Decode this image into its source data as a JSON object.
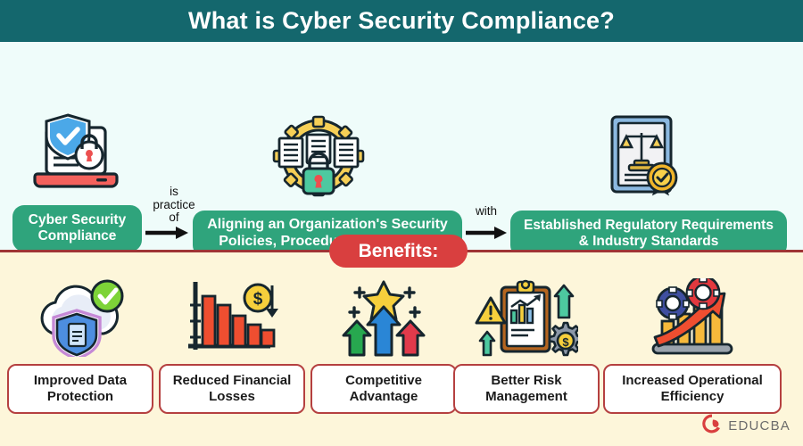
{
  "header": {
    "title": "What is Cyber Security Compliance?",
    "bg_color": "#14676d",
    "text_color": "#ffffff"
  },
  "flow": {
    "box_color": "#2fa47c",
    "boxes": [
      {
        "id": "cyber-security-compliance",
        "text": "Cyber Security Compliance",
        "icon": "laptop-shield-lock-icon"
      },
      {
        "id": "aligning-policies",
        "text": "Aligning an Organization's Security Policies, Procedures & Controls",
        "icon": "gear-documents-lock-icon"
      },
      {
        "id": "established-requirements",
        "text": "Established Regulatory Requirements & Industry Standards",
        "icon": "certificate-scales-seal-icon"
      }
    ],
    "connectors": [
      {
        "id": "connector-1",
        "label": "is\npractice\nof",
        "icon": "right-arrow-icon"
      },
      {
        "id": "connector-2",
        "label": "with",
        "icon": "right-arrow-icon"
      }
    ]
  },
  "benefits": {
    "pill_label": "Benefits:",
    "pill_color": "#d93f3f",
    "divider_color": "#9e3535",
    "section_bg": "#fdf6da",
    "items": [
      {
        "id": "improved-data-protection",
        "label": "Improved Data Protection",
        "icon": "cloud-shield-document-check-icon"
      },
      {
        "id": "reduced-financial-losses",
        "label": "Reduced Financial Losses",
        "icon": "declining-bar-chart-dollar-icon"
      },
      {
        "id": "competitive-advantage",
        "label": "Competitive Advantage",
        "icon": "up-arrows-star-icon"
      },
      {
        "id": "better-risk-management",
        "label": "Better Risk Management",
        "icon": "clipboard-warning-gear-icon"
      },
      {
        "id": "increased-operational-efficiency",
        "label": "Increased Operational Efficiency",
        "icon": "growth-chart-gears-icon"
      }
    ]
  },
  "branding": {
    "logo_text": "EDUCBA",
    "logo_icon": "educba-swirl-logo-icon",
    "logo_color": "#d93f3f"
  }
}
